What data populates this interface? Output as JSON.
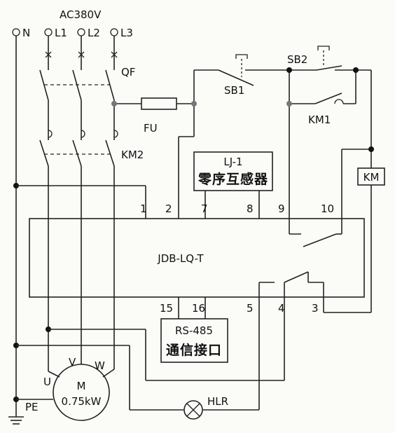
{
  "supply": {
    "voltage": "AC380V",
    "neutral": "N",
    "phases": [
      "L1",
      "L2",
      "L3"
    ]
  },
  "labels": {
    "breaker": "QF",
    "fuse": "FU",
    "contactor": "KM2",
    "button_1": "SB1",
    "button_2": "SB2",
    "aux_contact": "KM1",
    "coil": "KM",
    "lamp": "HLR",
    "ground": "PE"
  },
  "sensor": {
    "model": "LJ-1",
    "name": "零序互感器"
  },
  "comm": {
    "model": "RS-485",
    "name": "通信接口"
  },
  "controller": {
    "model": "JDB-LQ-T",
    "terminals_top": [
      "1",
      "2",
      "7",
      "8",
      "9",
      "10"
    ],
    "terminals_bottom": [
      "15",
      "16",
      "5",
      "4",
      "3"
    ]
  },
  "motor": {
    "symbol": "M",
    "power": "0.75kW",
    "terminals": [
      "U",
      "V",
      "W"
    ]
  }
}
